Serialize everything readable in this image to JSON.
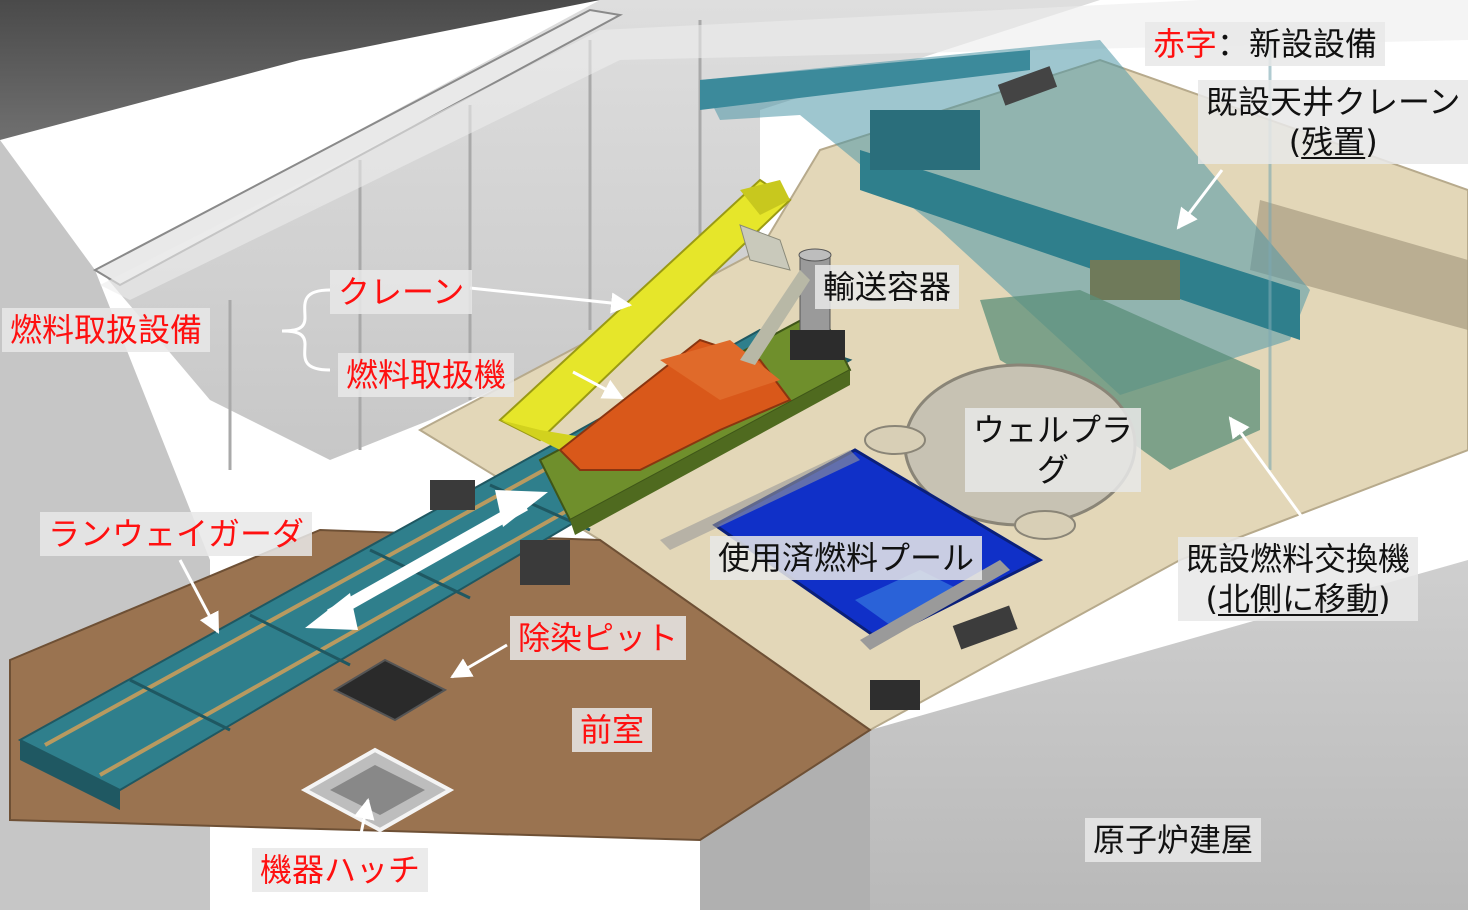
{
  "legend": {
    "red_word": "赤字",
    "separator": "：",
    "rest": "新設設備"
  },
  "labels": {
    "fuel_handling_equipment": "燃料取扱設備",
    "crane": "クレーン",
    "fuel_handling_machine": "燃料取扱機",
    "transport_container": "輸送容器",
    "existing_overhead_crane": {
      "line1": "既設天井クレーン",
      "paren_open": "(",
      "emph": "残置",
      "paren_close": ")"
    },
    "well_plug": {
      "line1": "ウェルプラ",
      "line2": "グ"
    },
    "spent_fuel_pool": "使用済燃料プール",
    "existing_refueling_machine": {
      "line1": "既設燃料交換機",
      "paren_open": "(",
      "emph": "北側に移動",
      "paren_close": ")"
    },
    "runway_girder": "ランウェイガーダ",
    "decon_pit": "除染ピット",
    "anteroom": "前室",
    "equipment_hatch": "機器ハッチ",
    "reactor_building": "原子炉建屋"
  },
  "colors": {
    "new_equipment_text": "#ff1010",
    "crane_yellow": "#e6e62a",
    "fuel_machine_orange": "#d9581a",
    "machine_base_green": "#6f8f2c",
    "girder_teal": "#2f7f8c",
    "pool_blue": "#1030c8",
    "anteroom_brown": "#9a7350",
    "operating_floor": "#e3d7b8"
  },
  "icons": [
    "double-headed-arrow",
    "pointer-arrow"
  ]
}
